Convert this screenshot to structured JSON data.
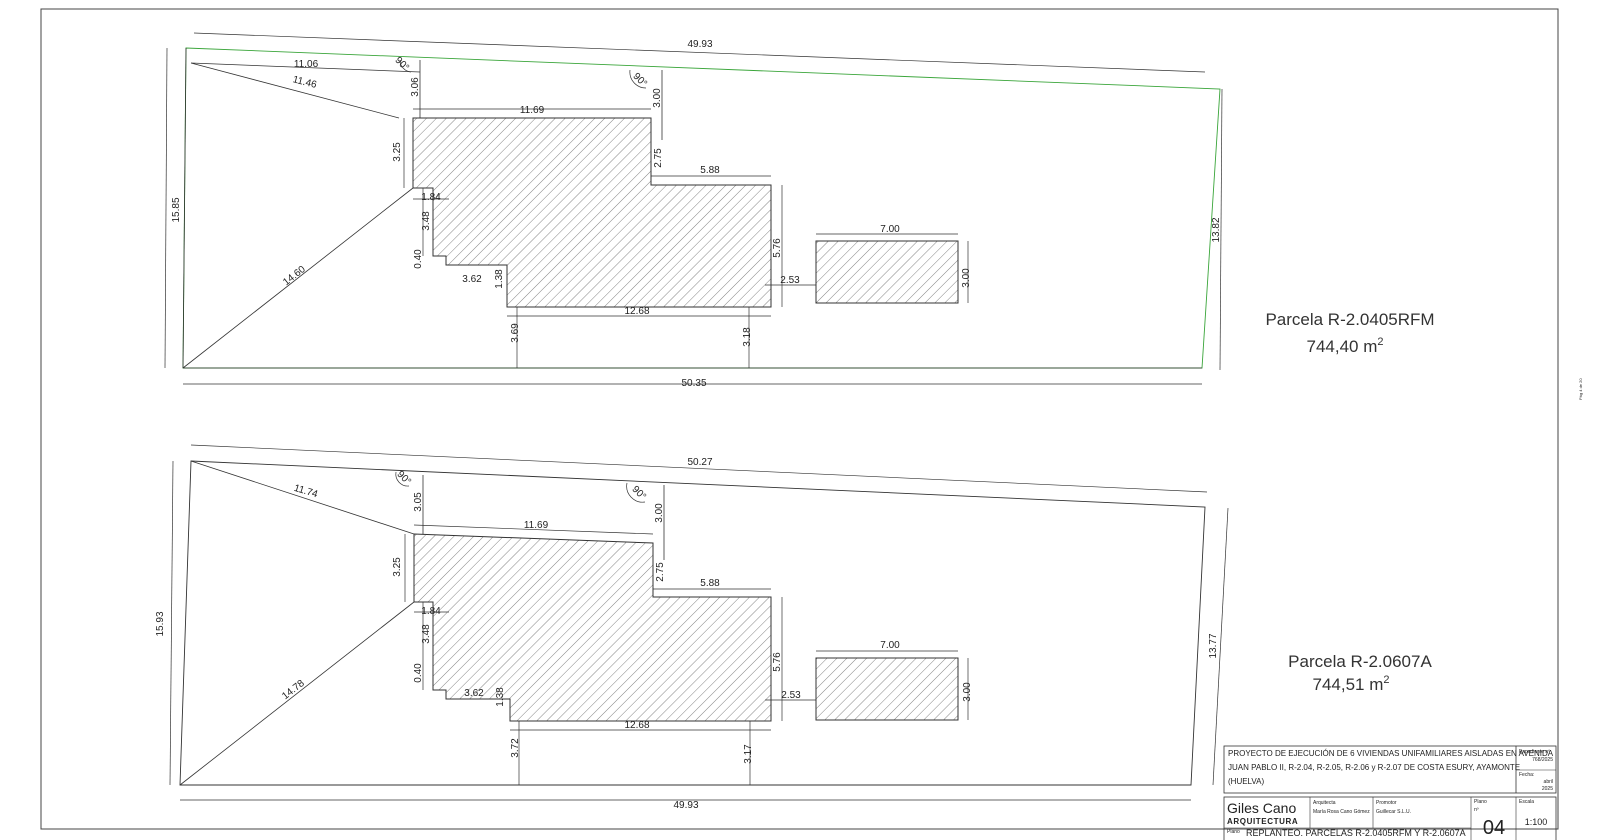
{
  "page_side_note": "Pág 4 de 20",
  "parcels": [
    {
      "name": "Parcela R-2.0405RFM",
      "area": "744,40 m",
      "area_sup": "2",
      "dims": {
        "top": "49.93",
        "bottom": "50.35",
        "left": "15.85",
        "right": "13.82",
        "diag_a": "11.06",
        "diag_b": "11.46",
        "diag_c": "14.60",
        "angle1": "90°",
        "angle2": "90°",
        "gap_top1": "3.06",
        "gap_top2": "3.00",
        "house_top": "11.69",
        "house_left": "3.25",
        "step_v": "2.75",
        "step_h": "5.88",
        "notch_w": "1.84",
        "notch_h": "3.48",
        "notch_gap": "0.40",
        "notch_w2": "3.62",
        "notch_h2": "1.38",
        "house_bottom": "12.68",
        "house_right": "5.76",
        "sep": "2.53",
        "aux_w": "7.00",
        "aux_h": "3.00",
        "off_bl": "3.69",
        "off_br": "3.18"
      }
    },
    {
      "name": "Parcela R-2.0607A",
      "area": "744,51 m",
      "area_sup": "2",
      "dims": {
        "top": "50.27",
        "bottom": "49.93",
        "left": "15.93",
        "right": "13.77",
        "diag_b": "11.74",
        "diag_c": "14.78",
        "angle1": "90°",
        "angle2": "90°",
        "gap_top1": "3.05",
        "gap_top2": "3.00",
        "house_top": "11.69",
        "house_left": "3.25",
        "step_v": "2.75",
        "step_h": "5.88",
        "notch_w": "1.84",
        "notch_h": "3.48",
        "notch_gap": "0.40",
        "notch_w2": "3.62",
        "notch_h2": "1.38",
        "house_bottom": "12.68",
        "house_right": "5.76",
        "sep": "2.53",
        "aux_w": "7.00",
        "aux_h": "3.00",
        "off_bl": "3.72",
        "off_br": "3.17"
      }
    }
  ],
  "title_block": {
    "project_line1": "PROYECTO DE EJECUCIÓN DE 6 VIVIENDAS UNIFAMILIARES AISLADAS EN AVENIDA",
    "project_line2": "JUAN PABLO II,  R-2.04, R-2.05, R-2.06 y R-2.07  DE COSTA ESURY, AYAMONTE",
    "project_line3": "(HUELVA)",
    "expediente_label": "Expediente nº",
    "expediente_value": "768/2025",
    "fecha_label": "Fecha:",
    "fecha_value1": "abril",
    "fecha_value2": "2025",
    "firm_name": "Giles Cano",
    "firm_sub": "ARQUITECTURA",
    "arquitecta_label": "Arquitecta",
    "arquitecta_value": "María Rosa Cano Gómez",
    "promotor_label": "Promotor",
    "promotor_value": "Guillecar S.L.U.",
    "plano_label": "Plano",
    "plano_no_label": "nº",
    "plano_number": "04",
    "escala_label": "Escala",
    "escala_value": "1:100",
    "plano_prefix": "Plano",
    "plano_title": "REPLANTEO. PARCELAS R-2.0405RFM Y R-2.0607A"
  }
}
